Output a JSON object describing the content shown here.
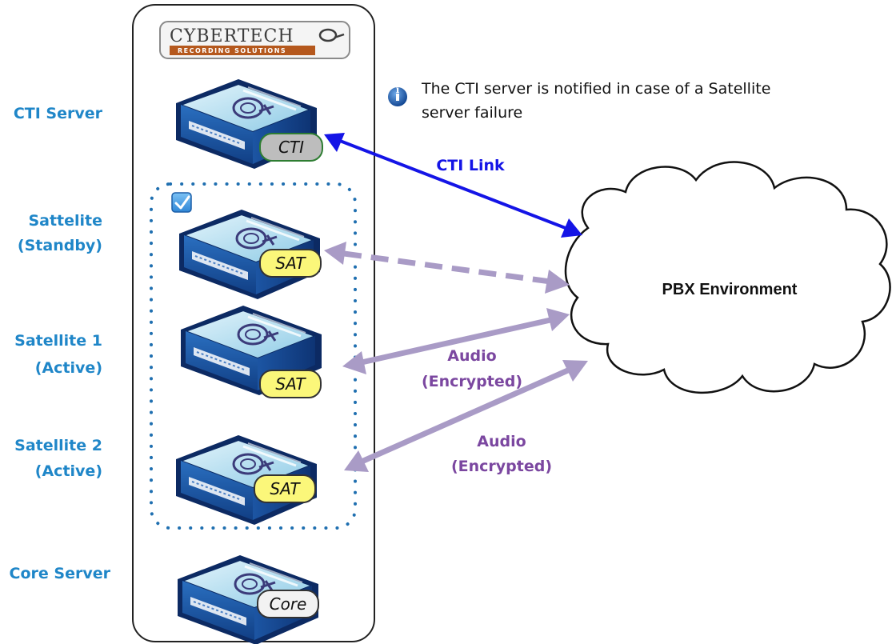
{
  "logo": {
    "name": "CYBERTECH",
    "tagline": "RECORDING SOLUTIONS"
  },
  "info_note": {
    "line1": "The CTI server is notified in case of a Satellite",
    "line2": "server failure"
  },
  "rows": [
    {
      "id": "cti",
      "label_lines": [
        "CTI Server"
      ],
      "badge": "CTI",
      "badge_color": "#bdbdbd",
      "badge_border": "#2e7d32"
    },
    {
      "id": "standby",
      "label_lines": [
        "Sattelite",
        "(Standby)"
      ],
      "badge": "SAT",
      "badge_color": "#fbf77a",
      "badge_border": "#333333"
    },
    {
      "id": "sat1",
      "label_lines": [
        "Satellite 1",
        "(Active)"
      ],
      "badge": "SAT",
      "badge_color": "#fbf77a",
      "badge_border": "#333333"
    },
    {
      "id": "sat2",
      "label_lines": [
        "Satellite 2",
        "(Active)"
      ],
      "badge": "SAT",
      "badge_color": "#fbf77a",
      "badge_border": "#333333"
    },
    {
      "id": "core",
      "label_lines": [
        "Core Server"
      ],
      "badge": "Core",
      "badge_color": "#f2f2f2",
      "badge_border": "#333333"
    }
  ],
  "cloud_label": "PBX Environment",
  "links": {
    "cti_link": "CTI Link",
    "audio1_lines": [
      "Audio",
      "(Encrypted)"
    ],
    "audio2_lines": [
      "Audio",
      "(Encrypted)"
    ]
  },
  "colors": {
    "row_label": "#1f86c8",
    "cti_link": "#1414e6",
    "audio_link": "#a99bc6",
    "audio_label": "#7b47a0",
    "group_dots": "#1f6fb0"
  },
  "icons": [
    "cybertech-logo",
    "info-icon",
    "checkbox-icon",
    "server-icon",
    "cloud-icon"
  ]
}
